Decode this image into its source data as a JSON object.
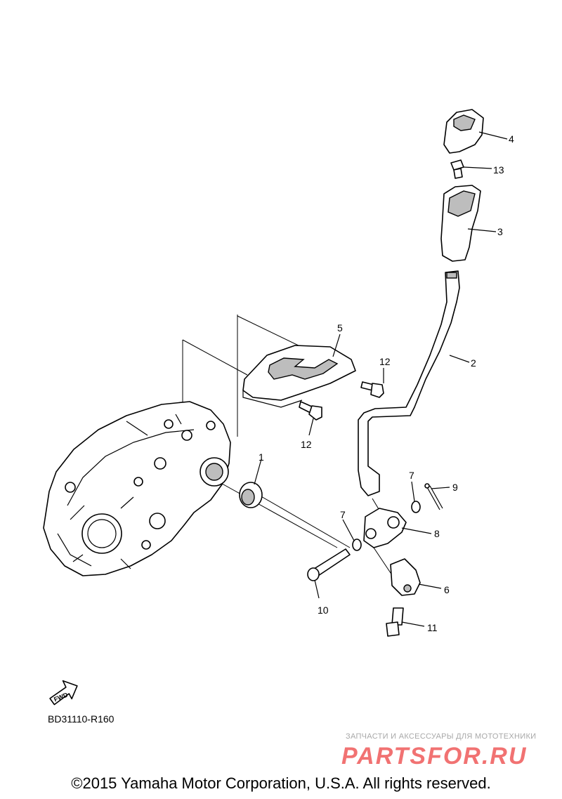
{
  "callouts": {
    "c1": "1",
    "c2": "2",
    "c3": "3",
    "c4": "4",
    "c5": "5",
    "c6": "6",
    "c7a": "7",
    "c7b": "7",
    "c8": "8",
    "c9": "9",
    "c10": "10",
    "c11": "11",
    "c12a": "12",
    "c12b": "12",
    "c13": "13"
  },
  "fwd_badge": "FWD",
  "diagram_code": "BD31110-R160",
  "watermark": {
    "tagline": "ЗАПЧАСТИ И АКСЕССУАРЫ ДЛЯ МОТОТЕХНИКИ",
    "logo_text": "PARTSFOR.RU",
    "color": "#e60000"
  },
  "copyright": "©2015 Yamaha Motor Corporation, U.S.A. All rights reserved."
}
